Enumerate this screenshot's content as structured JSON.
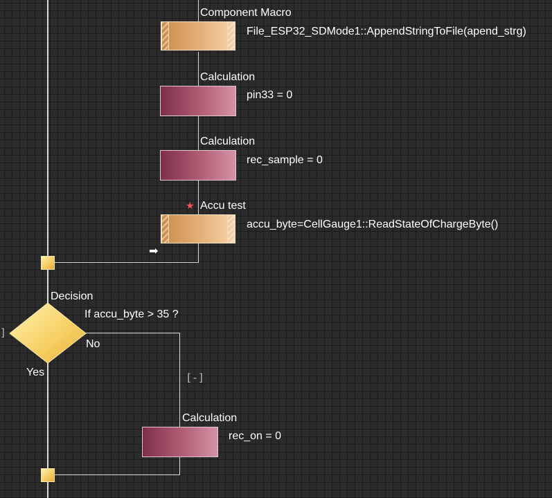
{
  "flow": {
    "step1": {
      "type": "Component Macro",
      "text": "File_ESP32_SDMode1::AppendStringToFile(apend_strg)"
    },
    "step2": {
      "type": "Calculation",
      "text": "pin33 = 0"
    },
    "step3": {
      "type": "Calculation",
      "text": "rec_sample = 0"
    },
    "step4": {
      "type": "Accu test",
      "text": "accu_byte=CellGauge1::ReadStateOfChargeByte()",
      "marker_icon": "star-icon"
    },
    "decision": {
      "type": "Decision",
      "condition": "If  accu_byte > 35 ?",
      "yes_label": "Yes",
      "no_label": "No"
    },
    "branch_calc": {
      "type": "Calculation",
      "text": "rec_on = 0"
    },
    "collapse_symbol": "[-]",
    "arrow_symbol": "➡",
    "star_symbol": "★"
  },
  "colors": {
    "background": "#2b2b2b",
    "grid": "#1b1b1b",
    "connector": "#d9d9d9",
    "macro_block": "#e3ad74",
    "calc_block": "#b35f78",
    "decision_diamond": "#f7d36b",
    "star": "#ff4d5a"
  }
}
